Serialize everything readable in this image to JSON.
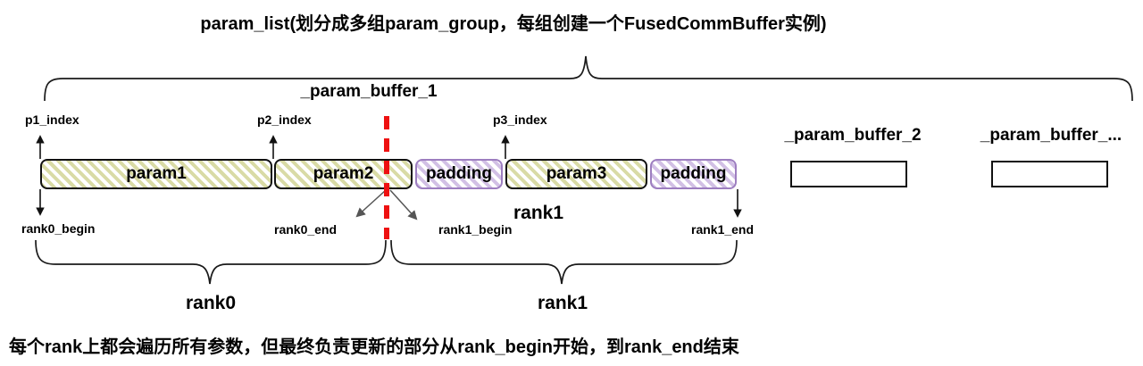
{
  "title": "param_list(划分成多组param_group，每组创建一个FusedCommBuffer实例)",
  "footer": "每个rank上都会遍历所有参数，但最终负责更新的部分从rank_begin开始，到rank_end结束",
  "buffer1": {
    "label": "_param_buffer_1",
    "segments": [
      {
        "label": "param1",
        "kind": "param"
      },
      {
        "label": "param2",
        "kind": "param"
      },
      {
        "label": "padding",
        "kind": "padding"
      },
      {
        "label": "param3",
        "kind": "param"
      },
      {
        "label": "padding",
        "kind": "padding"
      }
    ],
    "index_markers": [
      "p1_index",
      "p2_index",
      "p3_index"
    ],
    "rank_markers": {
      "rank0_begin": "rank0_begin",
      "rank0_end": "rank0_end",
      "rank1_begin": "rank1_begin",
      "rank1_end": "rank1_end",
      "rank1_inline": "rank1"
    }
  },
  "buffer2": {
    "label": "_param_buffer_2"
  },
  "buffer_more": {
    "label": "_param_buffer_..."
  },
  "braces": {
    "rank0": "rank0",
    "rank1": "rank1"
  },
  "colors": {
    "param_stripe": "#d9dba6",
    "param_border": "#111111",
    "padding_stripe": "#d2c0e5",
    "padding_border": "#9d7ec0",
    "divider_red": "#ee1111",
    "arrow_gray": "#555555"
  }
}
